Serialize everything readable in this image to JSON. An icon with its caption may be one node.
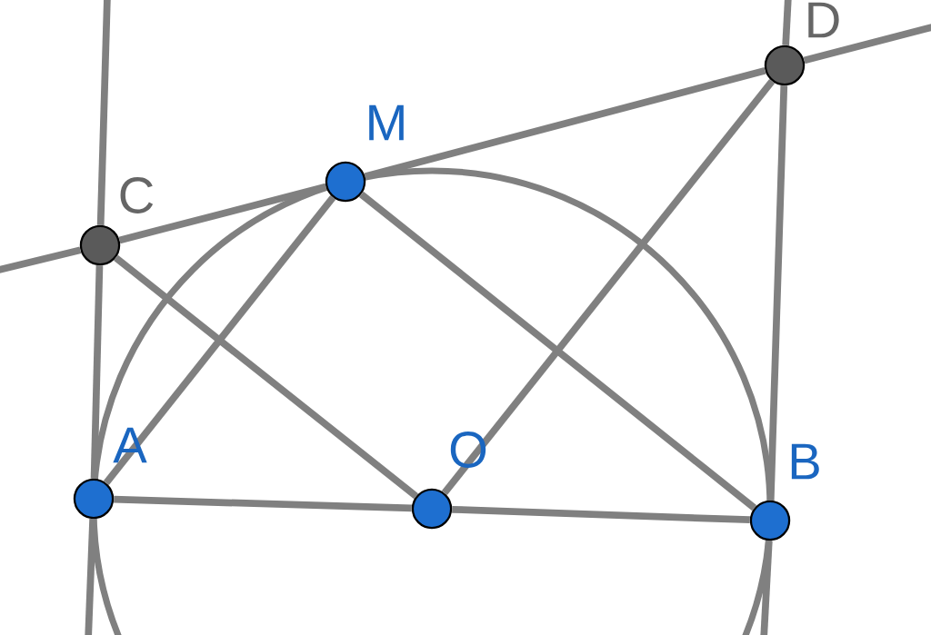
{
  "diagram": {
    "nodes": [
      {
        "text": [],
        "shape": "circle",
        "beside": [
          "D"
        ]
      },
      {
        "text": [],
        "shape": "circle",
        "beside": [
          "M"
        ]
      },
      {
        "text": [],
        "shape": "circle",
        "beside": [
          "C"
        ]
      },
      {
        "text": [],
        "shape": "circle",
        "beside": [
          "A"
        ]
      },
      {
        "text": [],
        "shape": "circle",
        "beside": [
          "O"
        ]
      },
      {
        "text": [],
        "shape": "circle",
        "beside": [
          "B"
        ]
      }
    ],
    "edges": [
      {
        "from": null,
        "to": 0,
        "arrow": "none"
      },
      {
        "from": 0,
        "to": 5,
        "arrow": "none"
      },
      {
        "from": 5,
        "to": null,
        "arrow": "none"
      },
      {
        "from": null,
        "to": 2,
        "arrow": "none"
      },
      {
        "from": 2,
        "to": 3,
        "arrow": "none"
      },
      {
        "from": 3,
        "to": null,
        "arrow": "none"
      },
      {
        "from": null,
        "to": 2,
        "arrow": "none"
      },
      {
        "from": 2,
        "to": 1,
        "arrow": "none"
      },
      {
        "from": 1,
        "to": 0,
        "arrow": "none"
      },
      {
        "from": 0,
        "to": null,
        "arrow": "none"
      },
      {
        "from": 3,
        "to": 1,
        "arrow": "none"
      },
      {
        "from": 1,
        "to": 5,
        "arrow": "none"
      },
      {
        "from": 3,
        "to": 4,
        "arrow": "none"
      },
      {
        "from": 4,
        "to": 5,
        "arrow": "none"
      },
      {
        "from": 2,
        "to": 4,
        "arrow": "none"
      },
      {
        "from": 4,
        "to": 0,
        "arrow": "none"
      }
    ]
  }
}
